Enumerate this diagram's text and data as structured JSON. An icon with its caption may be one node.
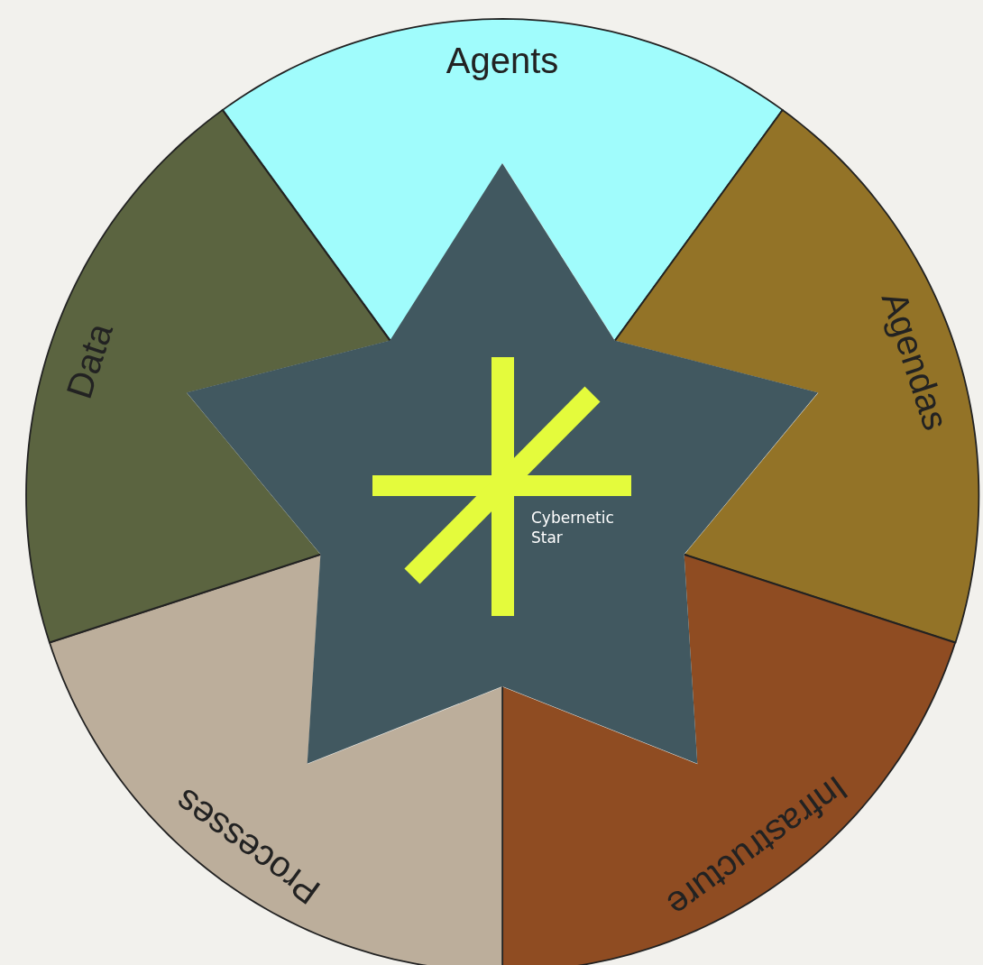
{
  "diagram": {
    "nodes": [
      {
        "text": [
          "Agents"
        ]
      },
      {
        "text": [
          "Agendas"
        ]
      },
      {
        "text": [
          "Infrastructure"
        ]
      },
      {
        "text": [
          "Processes"
        ]
      },
      {
        "text": [
          "Data"
        ]
      },
      {
        "text": [
          "Cybernetic Star"
        ]
      }
    ]
  }
}
